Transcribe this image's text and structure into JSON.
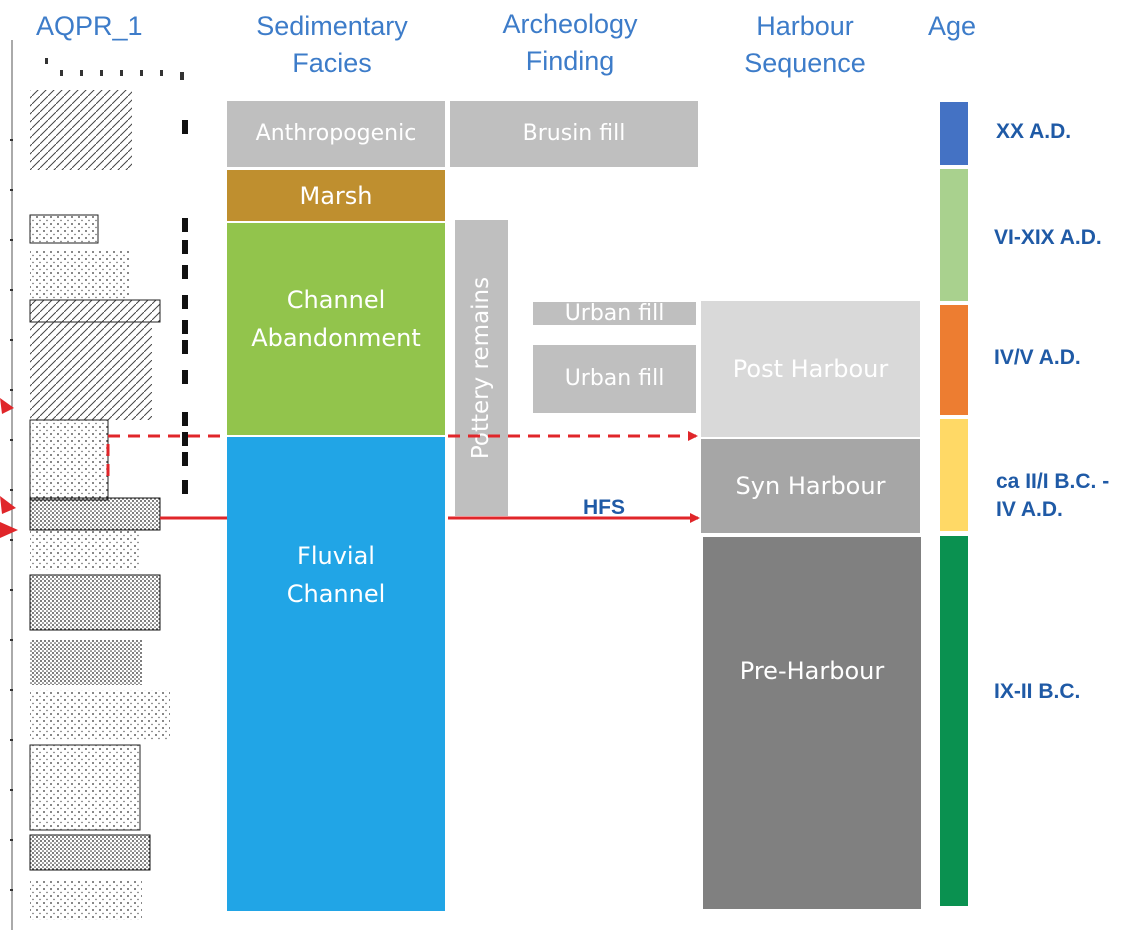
{
  "headers": {
    "core_id": "AQPR_1",
    "facies": [
      "Sedimentary",
      "Facies"
    ],
    "archeology": [
      "Archeology",
      "Finding"
    ],
    "harbour": [
      "Harbour",
      "Sequence"
    ],
    "age": "Age"
  },
  "facies": {
    "anthropogenic": "Anthropogenic",
    "marsh": "Marsh",
    "channel_abandonment": [
      "Channel",
      "Abandonment"
    ],
    "fluvial_channel": [
      "Fluvial",
      "Channel"
    ]
  },
  "archeology": {
    "brusin_fill": "Brusin fill",
    "pottery_remains": "Pottery remains",
    "urban_fill_1": "Urban  fill",
    "urban_fill_2": "Urban  fill"
  },
  "harbour": {
    "post": "Post Harbour",
    "syn": "Syn Harbour",
    "pre": "Pre-Harbour"
  },
  "surface_label": "HFS",
  "ages": [
    {
      "label": "XX  A.D.",
      "color": "#4472c4"
    },
    {
      "label": "VI-XIX A.D.",
      "color": "#a9d18e"
    },
    {
      "label": "IV/V A.D.",
      "color": "#ed7d31"
    },
    {
      "label": [
        "ca II/I B.C. -",
        "IV A.D."
      ],
      "color": "#ffd966"
    },
    {
      "label": "IX-II B.C.",
      "color": "#0a9150"
    }
  ],
  "colors": {
    "header": "#3d7cc9",
    "anthropogenic": "#bfbfbf",
    "marsh": "#bf8f2f",
    "channel_abandonment": "#92c44c",
    "fluvial_channel": "#21a5e6",
    "archeology_box": "#bfbfbf",
    "post_harbour": "#d9d9d9",
    "syn_harbour": "#a6a6a6",
    "pre_harbour": "#808080",
    "arrow": "#e0262a",
    "age_label": "#1f5aa6"
  }
}
